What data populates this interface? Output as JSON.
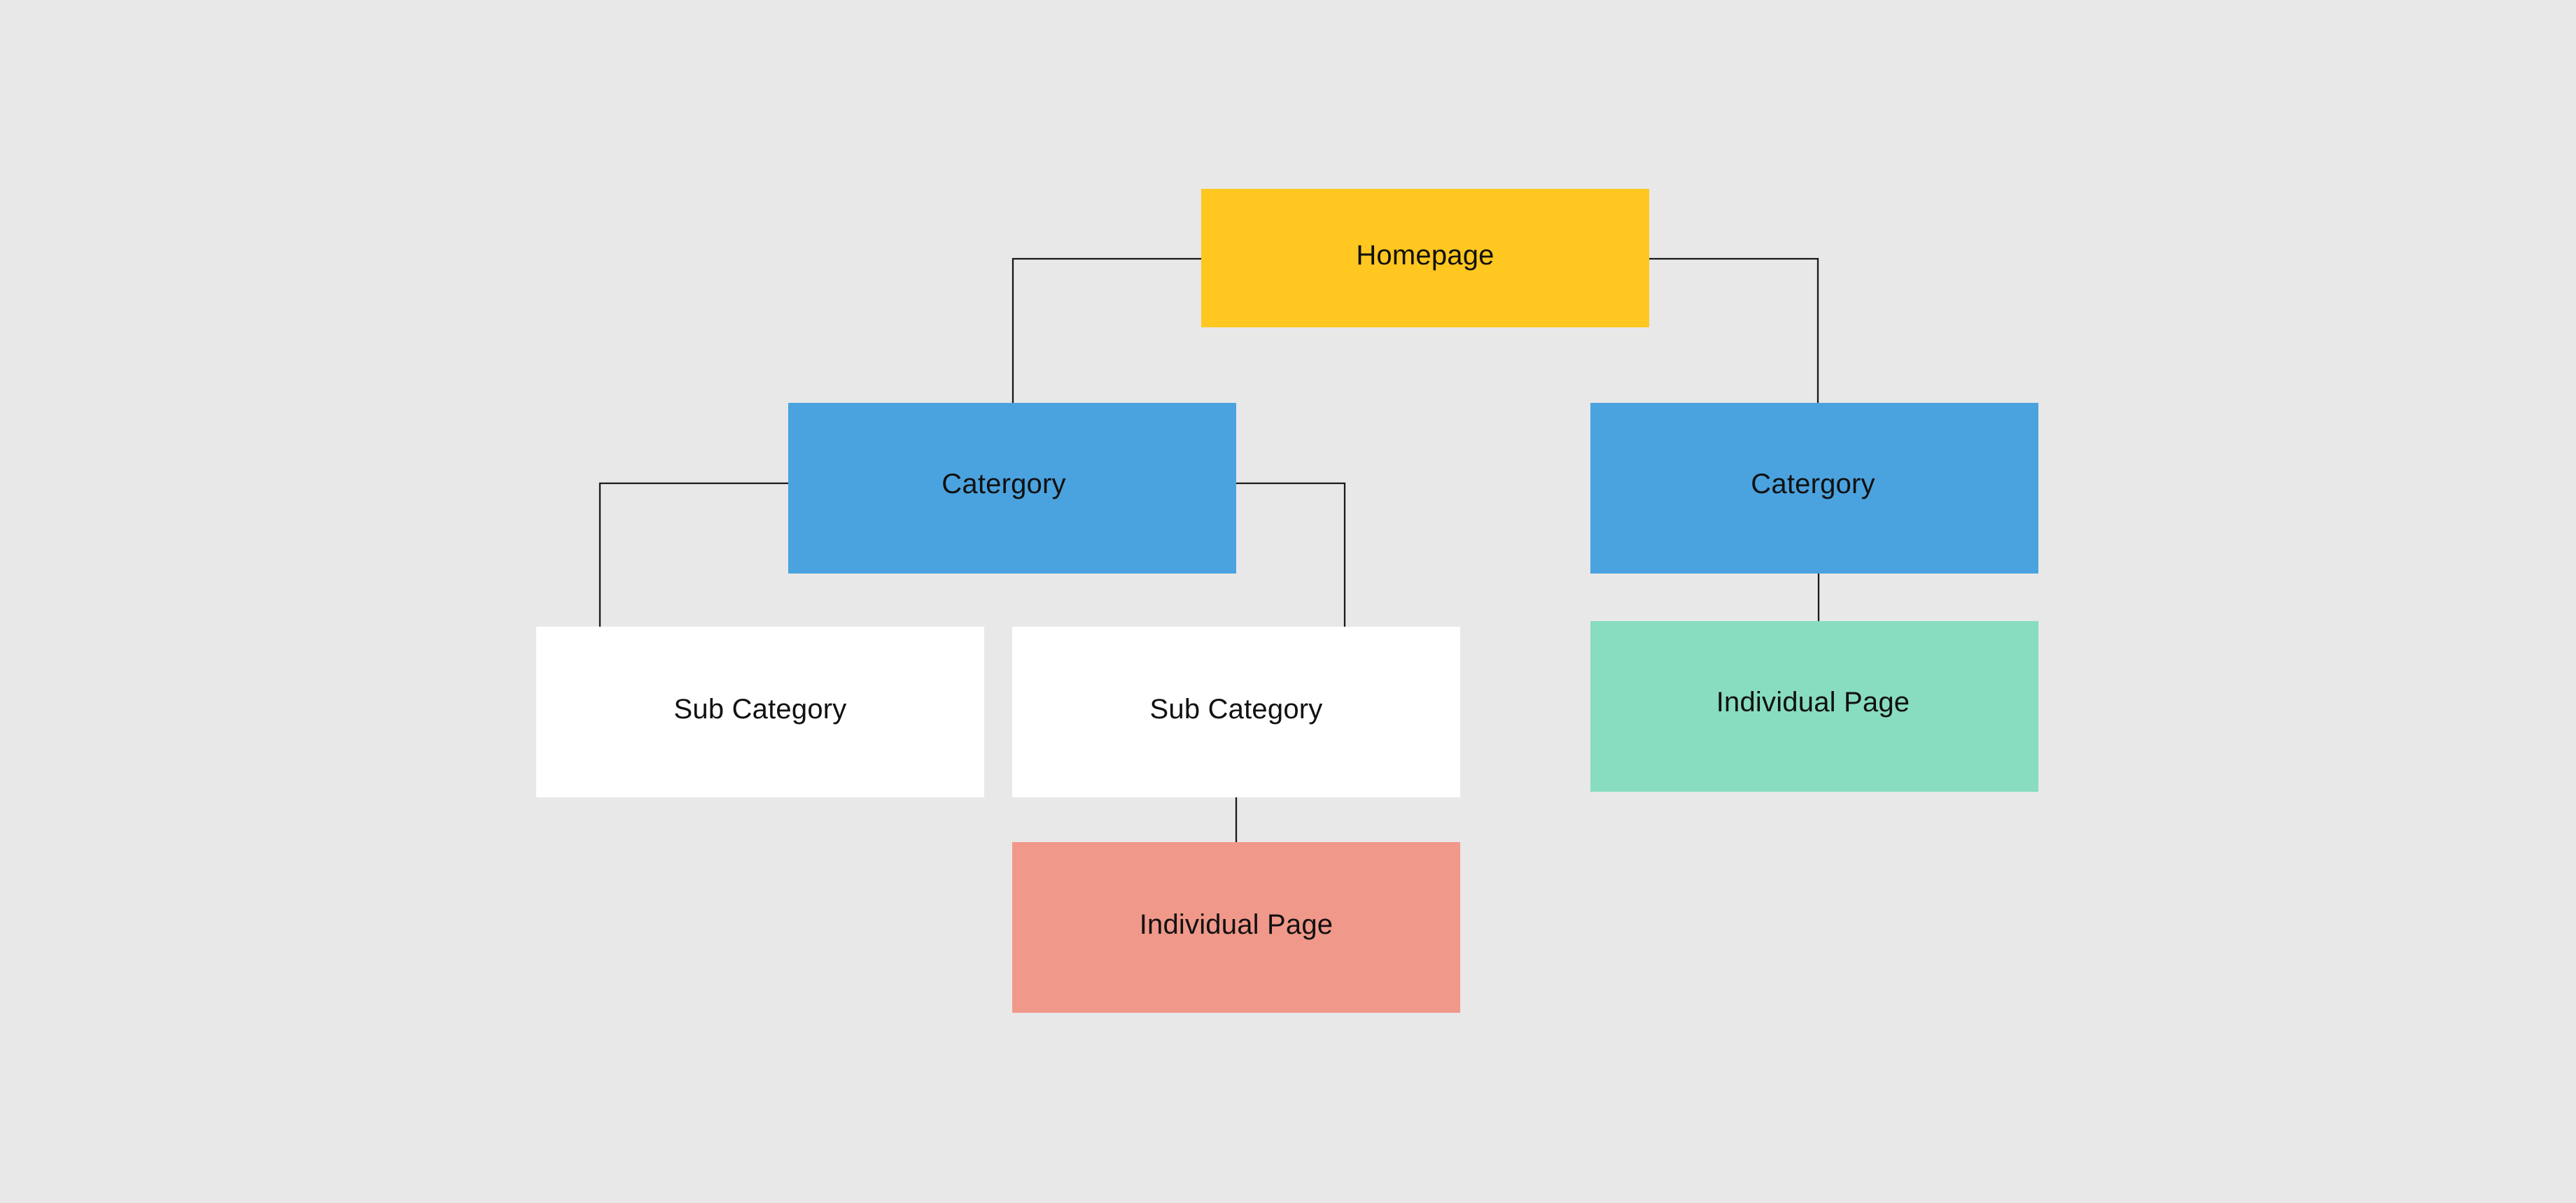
{
  "diagram": {
    "background": "#e8e8e8",
    "line_color": "#1a1a1a",
    "nodes": {
      "homepage": {
        "label": "Homepage",
        "color": "#ffc720"
      },
      "category_left": {
        "label": "Catergory",
        "color": "#4aa3df"
      },
      "category_right": {
        "label": "Catergory",
        "color": "#4aa3df"
      },
      "subcategory_left": {
        "label": "Sub Category",
        "color": "#ffffff"
      },
      "subcategory_right": {
        "label": "Sub Category",
        "color": "#ffffff"
      },
      "individual_page_right": {
        "label": "Individual Page",
        "color": "#88ddc0"
      },
      "individual_page_bottom": {
        "label": "Individual Page",
        "color": "#f0988a"
      }
    },
    "edges": [
      {
        "from": "homepage",
        "to": "category_left"
      },
      {
        "from": "homepage",
        "to": "category_right"
      },
      {
        "from": "category_left",
        "to": "subcategory_left"
      },
      {
        "from": "category_left",
        "to": "subcategory_right"
      },
      {
        "from": "category_right",
        "to": "individual_page_right"
      },
      {
        "from": "subcategory_right",
        "to": "individual_page_bottom"
      }
    ]
  }
}
